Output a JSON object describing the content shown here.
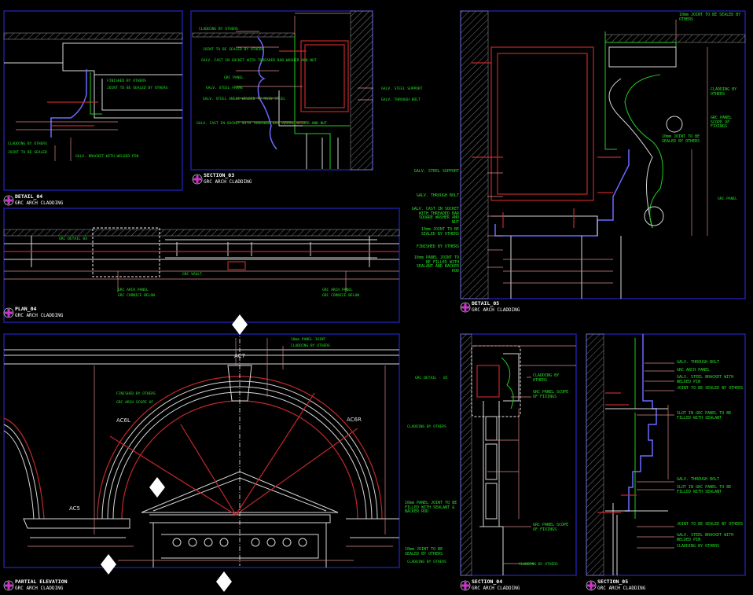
{
  "colors": {
    "background": "#000000",
    "frame": "#1e1ea0",
    "annotation": "#22e022",
    "cut_line": "#c0282a",
    "object_line": "#d8d8d8",
    "symbol": "#cc33cc"
  },
  "views": [
    {
      "id": "detail-04",
      "title": "DETAIL_04",
      "subtitle": "GRC ARCH CLADDING"
    },
    {
      "id": "section-03",
      "title": "SECTION_03",
      "subtitle": "GRC ARCH CLADDING"
    },
    {
      "id": "plan-04",
      "title": "PLAN_04",
      "subtitle": "GRC ARCH CLADDING"
    },
    {
      "id": "detail-05",
      "title": "DETAIL_05",
      "subtitle": "GRC ARCH CLADDING"
    },
    {
      "id": "partial-elevation",
      "title": "PARTIAL ELEVATION",
      "subtitle": "GRC ARCH CLADDING"
    },
    {
      "id": "section-04",
      "title": "SECTION_04",
      "subtitle": "GRC ARCH CLADDING"
    },
    {
      "id": "section-05",
      "title": "SECTION_05",
      "subtitle": "GRC ARCH CLADDING"
    }
  ],
  "notes": {
    "d4": [
      "FINISHED BY OTHERS",
      "JOINT TO BE SEALED BY OTHERS",
      "CLADDING BY OTHERS",
      "JOINT TO BE SEALED",
      "GALV. BRACKET WITH WELDED PIN"
    ],
    "s3": [
      "CLADDING BY OTHERS",
      "JOINT TO BE SEALED BY OTHERS",
      "GALV. CAST IN SOCKET WITH THREADED BAR WASHER AND NUT",
      "GRC PANEL",
      "GALV. STEEL FRAME",
      "GALV. STEEL ANGLE WELDED TO MAIN STEEL",
      "GALV. CAST IN SOCKET WITH THREADED BAR SQUARE WASHER AND NUT",
      "GALV. STEEL SUPPORT",
      "GALV. THROUGH BOLT"
    ],
    "p4": [
      "GRC DETAIL 04",
      "GRC VAULT",
      "GRC ARCH PANEL",
      "GRC CORNICE BELOW"
    ],
    "d5": [
      "10mm JOINT TO BE SEALED BY OTHERS",
      "CLADDING BY OTHERS",
      "GRC PANEL SCOPE OF FIXINGS",
      "10mm JOINT TO BE SEALED BY OTHERS",
      "GRC PANEL",
      "GALV. STEEL SUPPORT",
      "GALV. THROUGH BOLT",
      "GALV. CAST IN SOCKET WITH THREADED BAR SQUARE WASHER AND NUT",
      "10mm JOINT TO BE SEALED BY OTHERS",
      "FINISHED BY OTHERS",
      "10mm PANEL JOINT TO BE FILLED WITH SEALANT AND BACKER ROD"
    ],
    "pe": [
      "10mm PANEL JOINT",
      "CLADDING BY OTHERS",
      "FINISHED BY OTHERS",
      "GRC ARCH SCOPE OF",
      "CLADDING BY OTHERS",
      "10mm PANEL JOINT TO BE FILLED WITH SEALANT & BACKER ROD",
      "10mm JOINT TO BE SEALED BY OTHERS",
      "CLADDING BY OTHERS"
    ],
    "pe_tags": [
      "AC7",
      "AC6L",
      "AC6R",
      "AC5"
    ],
    "s4": [
      "GRC DETAIL - 05",
      "CLADDING BY OTHERS",
      "GRC PANEL SCOPE OF FIXINGS",
      "GRC PANEL SCOPE OF FIXINGS",
      "CLADDING BY OTHERS"
    ],
    "s5": [
      "GALV. THROUGH BOLT",
      "GRC ARCH PANEL",
      "GALV. STEEL BRACKET WITH WELDED PIN",
      "JOINT TO BE SEALED BY OTHERS",
      "SLOT IN GRC PANEL TO BE FILLED WITH SEALANT",
      "GALV. THROUGH BOLT",
      "SLOT IN GRC PANEL TO BE FILLED WITH SEALANT",
      "JOINT TO BE SEALED BY OTHERS",
      "GALV. STEEL BRACKET WITH WELDED PIN",
      "CLADDING BY OTHERS"
    ]
  }
}
